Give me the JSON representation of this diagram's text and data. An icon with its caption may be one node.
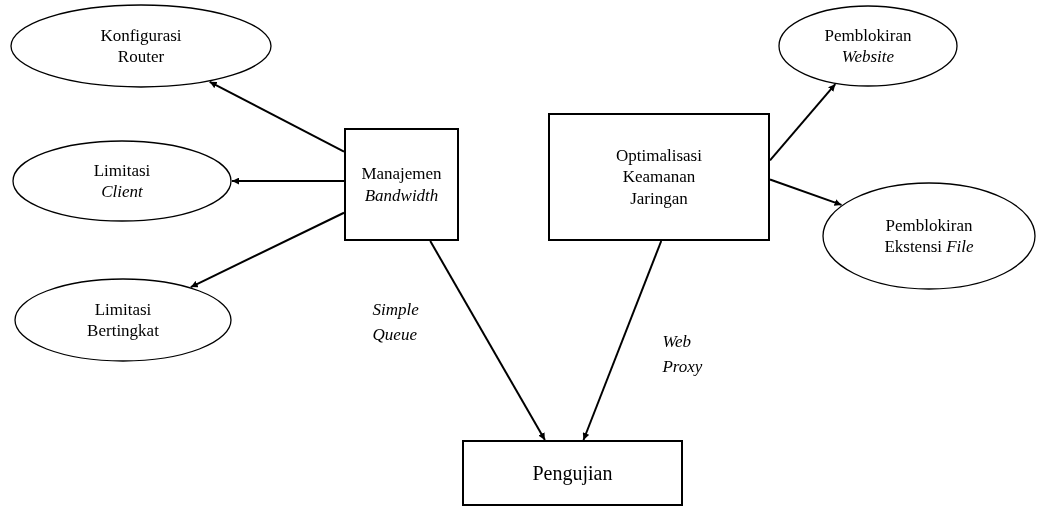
{
  "diagram": {
    "nodes": [
      {
        "text": [
          "Konfigurasi Router"
        ]
      },
      {
        "text": [
          "Limitasi *Client*"
        ]
      },
      {
        "text": [
          "Limitasi Bertingkat"
        ]
      },
      {
        "text": [
          "Manajemen *Bandwidth*"
        ]
      },
      {
        "text": [
          "Optimalisasi Keamanan Jaringan"
        ]
      },
      {
        "text": [
          "Pemblokiran *Website*"
        ]
      },
      {
        "text": [
          "Pemblokiran Ekstensi *File*"
        ]
      },
      {
        "text": [
          "Pengujian"
        ]
      }
    ],
    "edges": [
      {
        "from": 3,
        "to": 0,
        "arrow": "to"
      },
      {
        "from": 3,
        "to": 1,
        "arrow": "to"
      },
      {
        "from": 3,
        "to": 2,
        "arrow": "to"
      },
      {
        "from": 3,
        "to": 7,
        "arrow": "to",
        "label": "Simple Queue"
      },
      {
        "from": 4,
        "to": 7,
        "arrow": "to",
        "label": "Web Proxy"
      },
      {
        "from": 4,
        "to": 5,
        "arrow": "to"
      },
      {
        "from": 4,
        "to": 6,
        "arrow": "to"
      }
    ]
  }
}
